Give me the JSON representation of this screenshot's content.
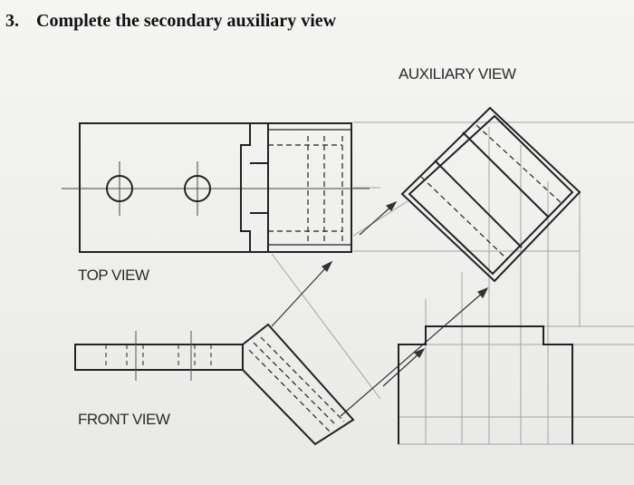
{
  "heading": {
    "number": "3.",
    "text": "Complete the secondary auxiliary view"
  },
  "labels": {
    "auxiliary": "AUXILIARY VIEW",
    "top": "TOP VIEW",
    "front": "FRONT VIEW"
  },
  "colors": {
    "paper": "#f1f1ef",
    "ink": "#222222",
    "construction": "#9a9a9a"
  }
}
